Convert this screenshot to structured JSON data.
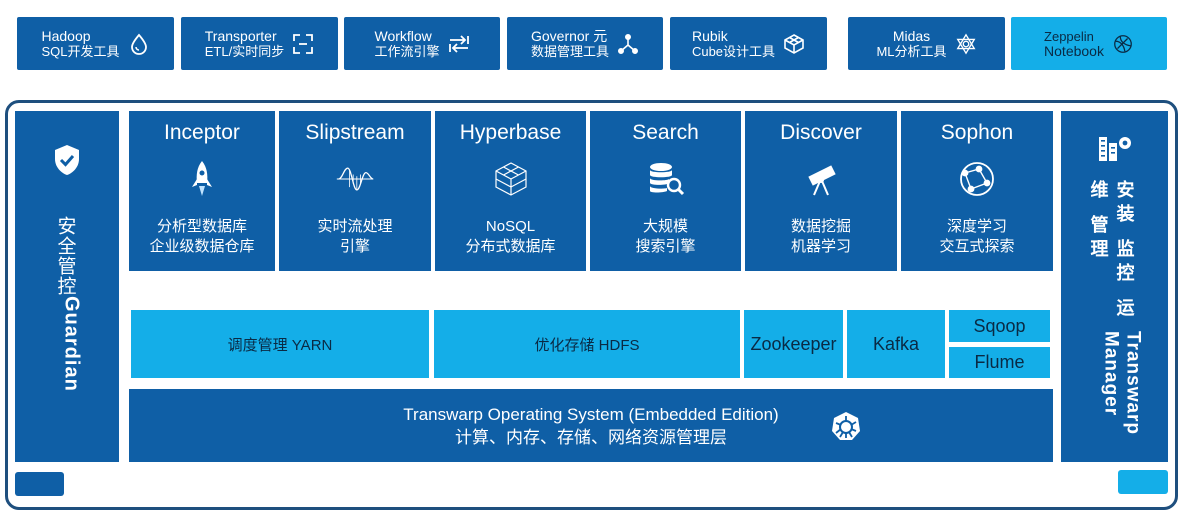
{
  "tools": [
    {
      "line1": "Hadoop",
      "line2": "SQL开发工具",
      "icon": "drop-icon"
    },
    {
      "line1": "Transporter",
      "line2": "ETL/实时同步",
      "icon": "sync-frame-icon"
    },
    {
      "line1": "Workflow",
      "line2": "工作流引擎",
      "icon": "arrows-icon"
    },
    {
      "line1": "Governor 元",
      "line2": "数据管理工具",
      "icon": "share-nodes-icon"
    },
    {
      "line1": "Rubik",
      "line2": "Cube设计工具",
      "icon": "cube-icon"
    },
    {
      "line1": "Midas",
      "line2": "ML分析工具",
      "icon": "hexagram-icon"
    },
    {
      "line1": "Zeppelin",
      "line2": "Notebook",
      "icon": "zeppelin-icon"
    }
  ],
  "guardian": {
    "name": "Guardian",
    "desc": "安全管控",
    "icon": "shield-check-icon"
  },
  "manager": {
    "name": "Transwarp Manager",
    "desc": "安装 监控 运维 管理",
    "icon": "server-gear-icon"
  },
  "products": [
    {
      "name": "Inceptor",
      "desc1": "分析型数据库",
      "desc2": "企业级数据仓库",
      "icon": "rocket-icon"
    },
    {
      "name": "Slipstream",
      "desc1": "实时流处理",
      "desc2": "引擎",
      "icon": "wave-icon"
    },
    {
      "name": "Hyperbase",
      "desc1": "NoSQL",
      "desc2": "分布式数据库",
      "icon": "cube-wire-icon"
    },
    {
      "name": "Search",
      "desc1": "大规模",
      "desc2": "搜索引擎",
      "icon": "database-search-icon"
    },
    {
      "name": "Discover",
      "desc1": "数据挖掘",
      "desc2": "机器学习",
      "icon": "telescope-icon"
    },
    {
      "name": "Sophon",
      "desc1": "深度学习",
      "desc2": "交互式探索",
      "icon": "network-globe-icon"
    }
  ],
  "infra": {
    "yarn": "调度管理 YARN",
    "hdfs": "优化存储 HDFS",
    "zookeeper": "Zookeeper",
    "kafka": "Kafka",
    "sqoop": "Sqoop",
    "flume": "Flume"
  },
  "os": {
    "line1": "Transwarp Operating System (Embedded Edition)",
    "line2": "计算、内存、存储、网络资源管理层",
    "icon": "kubernetes-wheel-icon"
  },
  "colors": {
    "dark": "#0f5fa6",
    "light": "#14aee8",
    "frame": "#1e4f7e"
  }
}
